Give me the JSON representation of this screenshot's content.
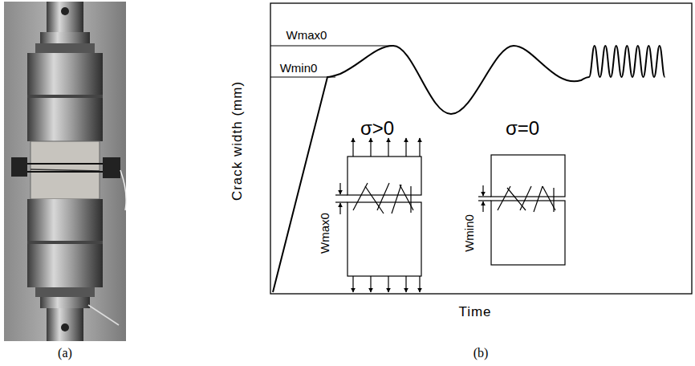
{
  "diagram": {
    "labels": [
      "Wmax0",
      "Wmin0",
      "Crack width (mm)",
      "σ>0",
      "σ=0",
      "Wmax0",
      "Wmin0",
      "Time",
      "(a)",
      "(b)"
    ]
  }
}
